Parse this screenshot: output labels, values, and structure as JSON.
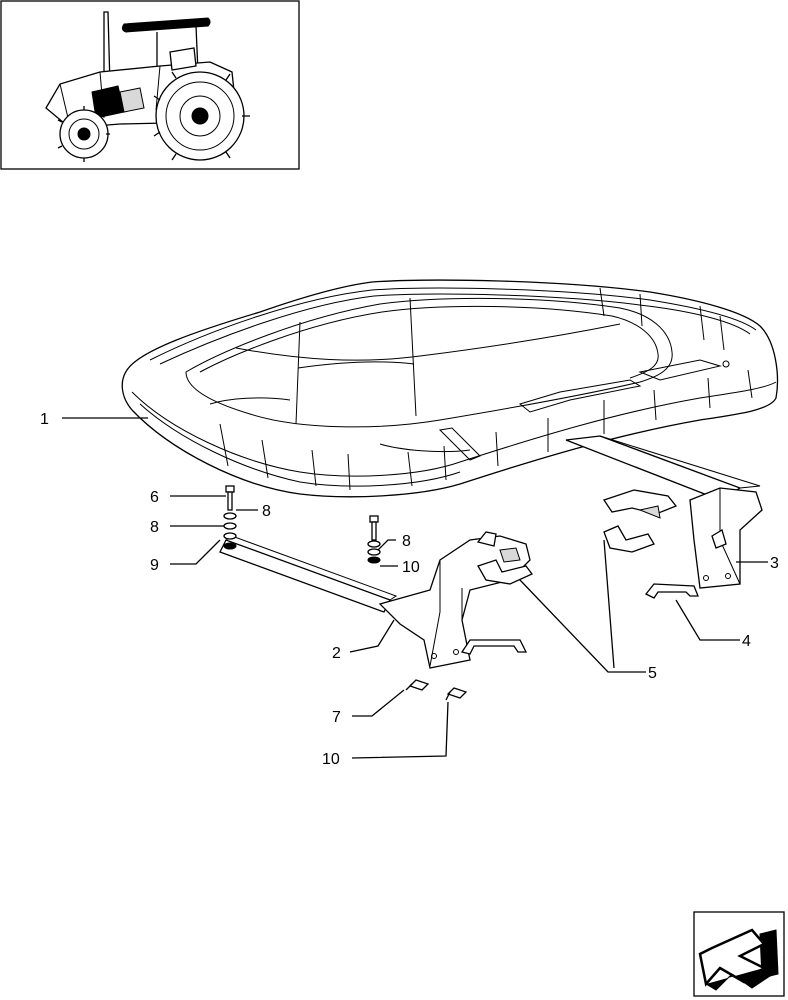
{
  "diagram": {
    "type": "exploded-parts-view",
    "callouts": [
      {
        "id": "c1",
        "label": "1"
      },
      {
        "id": "c2",
        "label": "2"
      },
      {
        "id": "c3",
        "label": "3"
      },
      {
        "id": "c4",
        "label": "4"
      },
      {
        "id": "c5",
        "label": "5"
      },
      {
        "id": "c6",
        "label": "6"
      },
      {
        "id": "c7",
        "label": "7"
      },
      {
        "id": "c8a",
        "label": "8"
      },
      {
        "id": "c8b",
        "label": "8"
      },
      {
        "id": "c8c",
        "label": "8"
      },
      {
        "id": "c9",
        "label": "9"
      },
      {
        "id": "c10a",
        "label": "10"
      },
      {
        "id": "c10b",
        "label": "10"
      }
    ]
  },
  "icons": {
    "tractor": "tractor-thumbnail-icon",
    "navigation": "next-page-arrow-icon"
  }
}
